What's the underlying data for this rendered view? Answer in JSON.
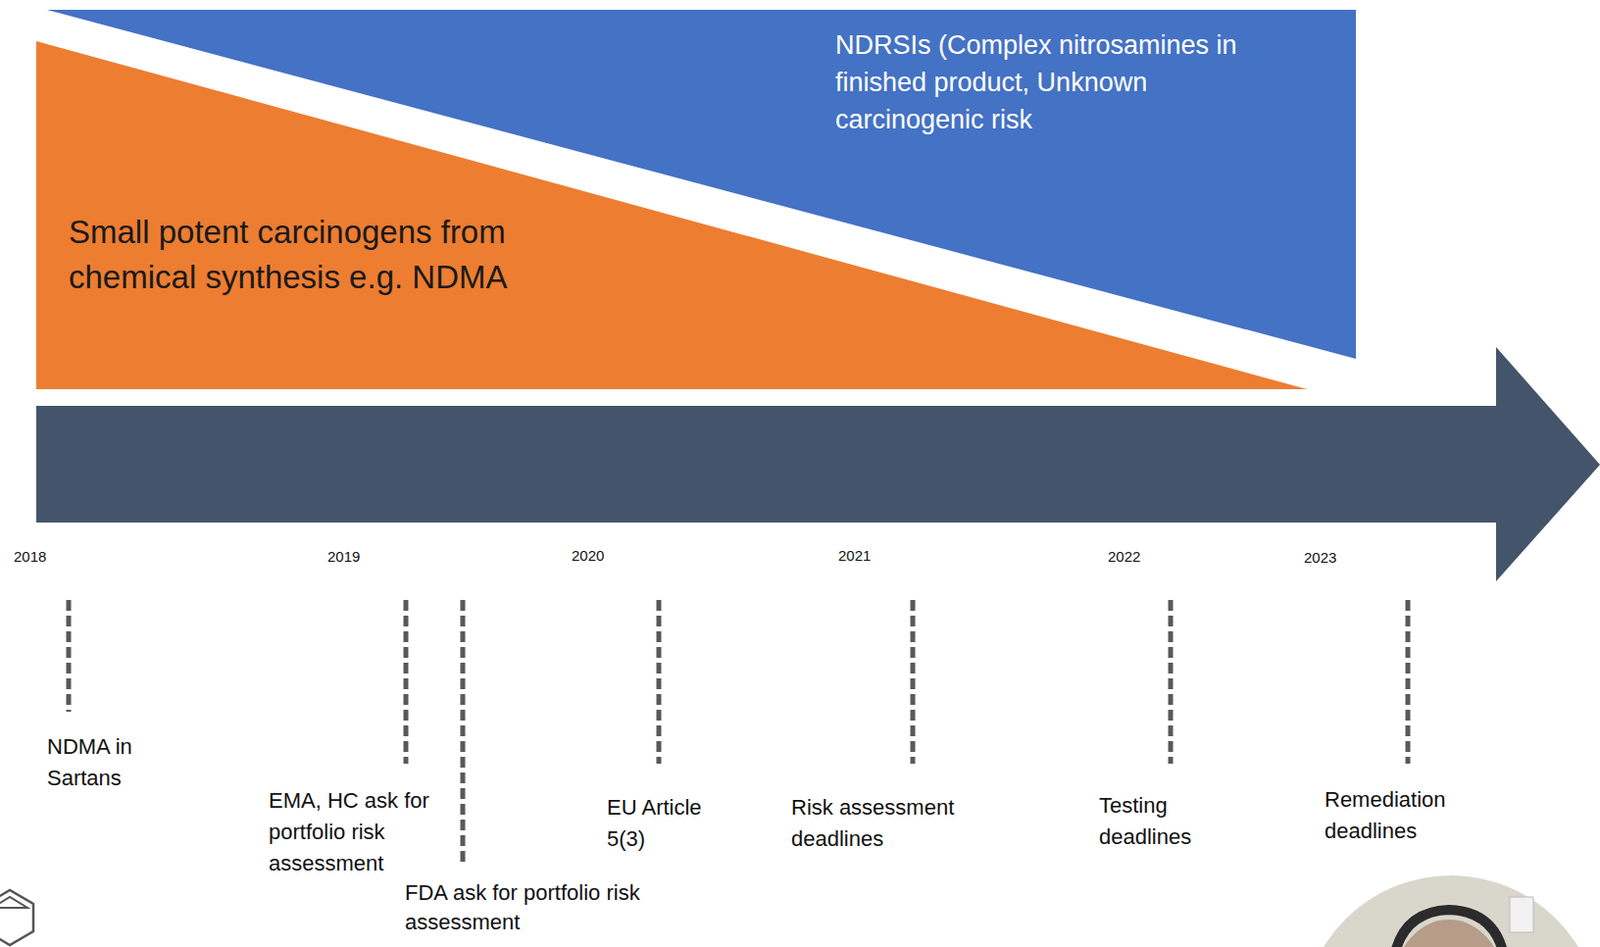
{
  "diagram": {
    "nodes": [
      {
        "text": [
          "NDRSIs (Complex nitrosamines in finished product, Unknown carcinogenic risk"
        ]
      },
      {
        "text": [
          "Small potent carcinogens from chemical synthesis e.g. NDMA"
        ]
      }
    ],
    "labels": [
      "2018",
      "2019",
      "2020",
      "2021",
      "2022",
      "2023",
      "NDMA in Sartans",
      "EMA, HC ask for portfolio risk assessment",
      "FDA ask for portfolio risk assessment",
      "EU Article 5(3)",
      "Risk assessment deadlines",
      "Testing deadlines",
      "Remediation deadlines"
    ]
  }
}
